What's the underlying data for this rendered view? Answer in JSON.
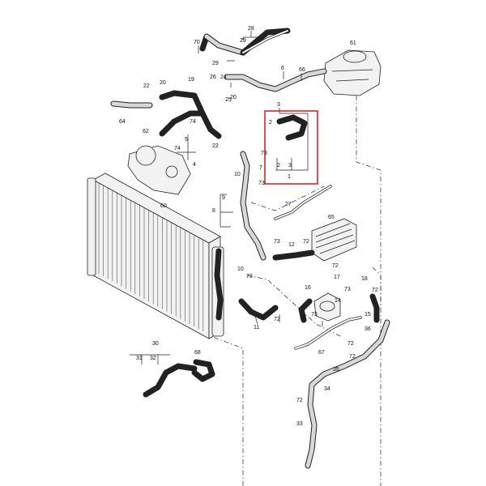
{
  "diagram": {
    "callouts": [
      "1",
      "2",
      "3",
      "4",
      "5",
      "6",
      "7",
      "8",
      "9",
      "10",
      "11",
      "12",
      "13",
      "14",
      "15",
      "16",
      "17",
      "18",
      "19",
      "20",
      "22",
      "24",
      "25",
      "26",
      "27",
      "28",
      "29",
      "30",
      "31",
      "32",
      "33",
      "34",
      "35",
      "36",
      "60",
      "61",
      "62",
      "64",
      "65",
      "66",
      "67",
      "68",
      "70",
      "72",
      "73",
      "74"
    ],
    "highlight_color": "#d9262c",
    "line_color": "#222222"
  }
}
